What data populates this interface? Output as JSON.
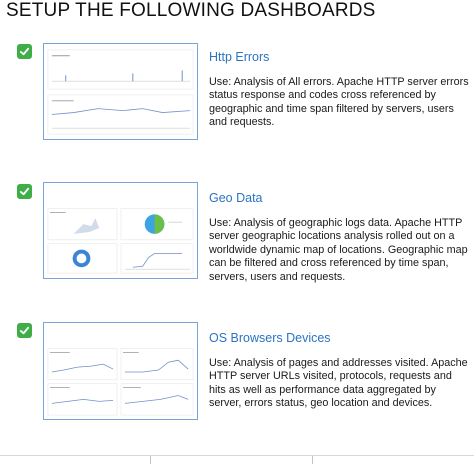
{
  "page": {
    "title": "SETUP THE FOLLOWING DASHBOARDS"
  },
  "dashboards": [
    {
      "name": "Http Errors",
      "description": "Use: Analysis of All errors. Apache HTTP server errors status response and codes cross referenced by geographic and time span filtered by servers, users and requests.",
      "checked": true
    },
    {
      "name": "Geo Data",
      "description": "Use: Analysis of geographic logs data. Apache HTTP server geographic locations analysis rolled out on a worldwide dynamic map of locations. Geographic map can be filtered and cross referenced by time span, servers, users and requests.",
      "checked": true
    },
    {
      "name": "OS Browsers Devices",
      "description": "Use: Analysis of pages and addresses visited. Apache HTTP server URLs visited, protocols, requests and hits as well as performance data aggregated by server, errors status, geo location and devices.",
      "checked": true
    }
  ],
  "colors": {
    "check": "#3fae49",
    "heading": "#2c73c0",
    "thumb_border": "#7aa3d8"
  }
}
